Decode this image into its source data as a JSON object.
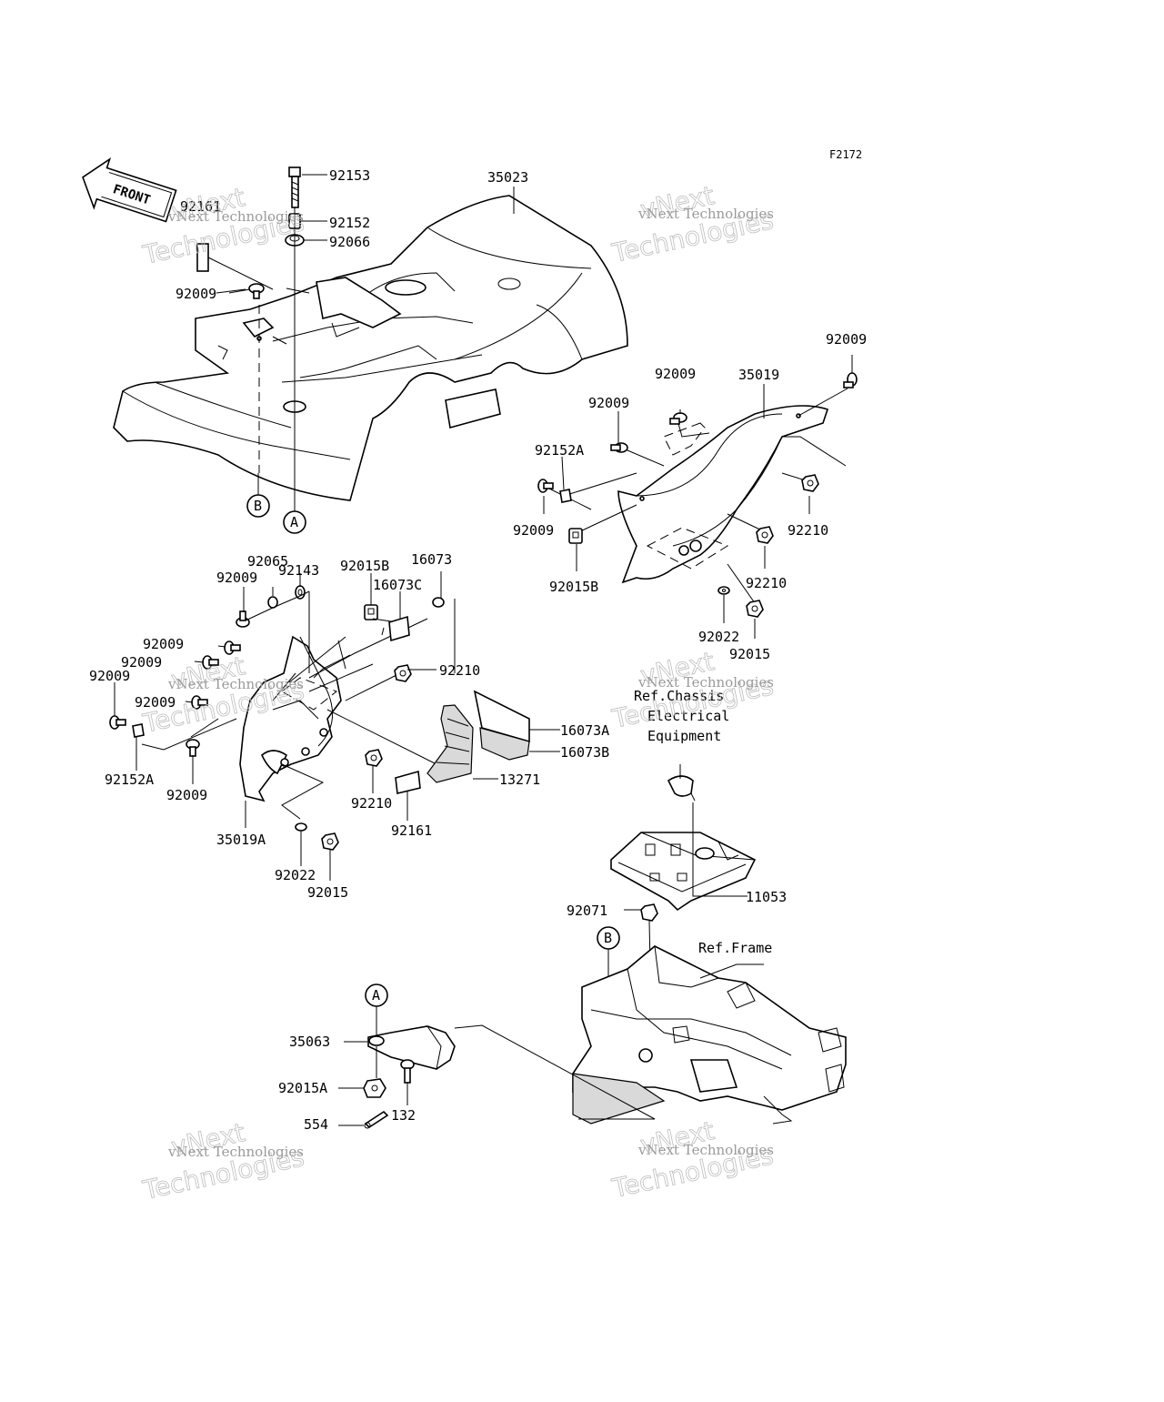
{
  "figure_id": "F2172",
  "front_label": "FRONT",
  "watermark": {
    "line1": "vNext",
    "line2": "Technologies",
    "small": "vNext Technologies"
  },
  "callouts": {
    "A": "A",
    "B": "B"
  },
  "parts": {
    "p92161_top": "92161",
    "p92153": "92153",
    "p92152": "92152",
    "p92066": "92066",
    "p35023": "35023",
    "p92009_top": "92009",
    "p92009_r1": "92009",
    "p92009_r2": "92009",
    "p92009_r3": "92009",
    "p35019": "35019",
    "p92152A_r": "92152A",
    "p92009_r4": "92009",
    "p92210_r1": "92210",
    "p92015B_r": "92015B",
    "p92210_r2": "92210",
    "p92022_r": "92022",
    "p92015_r": "92015",
    "p92143": "92143",
    "p92065": "92065",
    "p92009_l1": "92009",
    "p92015B_l": "92015B",
    "p16073C": "16073C",
    "p16073": "16073",
    "p92009_l2": "92009",
    "p92009_l3": "92009",
    "p92009_l4": "92009",
    "p92009_l5": "92009",
    "p92210_l1": "92210",
    "p16073A": "16073A",
    "p16073B": "16073B",
    "p92152A_l": "92152A",
    "p92009_l6": "92009",
    "p13271": "13271",
    "p92210_l2": "92210",
    "p92161_l": "92161",
    "p35019A": "35019A",
    "p92022_l": "92022",
    "p92015_l": "92015",
    "p11053": "11053",
    "p92071": "92071",
    "p35063": "35063",
    "p92015A": "92015A",
    "p132": "132",
    "p554": "554"
  },
  "references": {
    "chassis_line1": "Ref.Chassis",
    "chassis_line2": "Electrical",
    "chassis_line3": "Equipment",
    "frame": "Ref.Frame"
  }
}
